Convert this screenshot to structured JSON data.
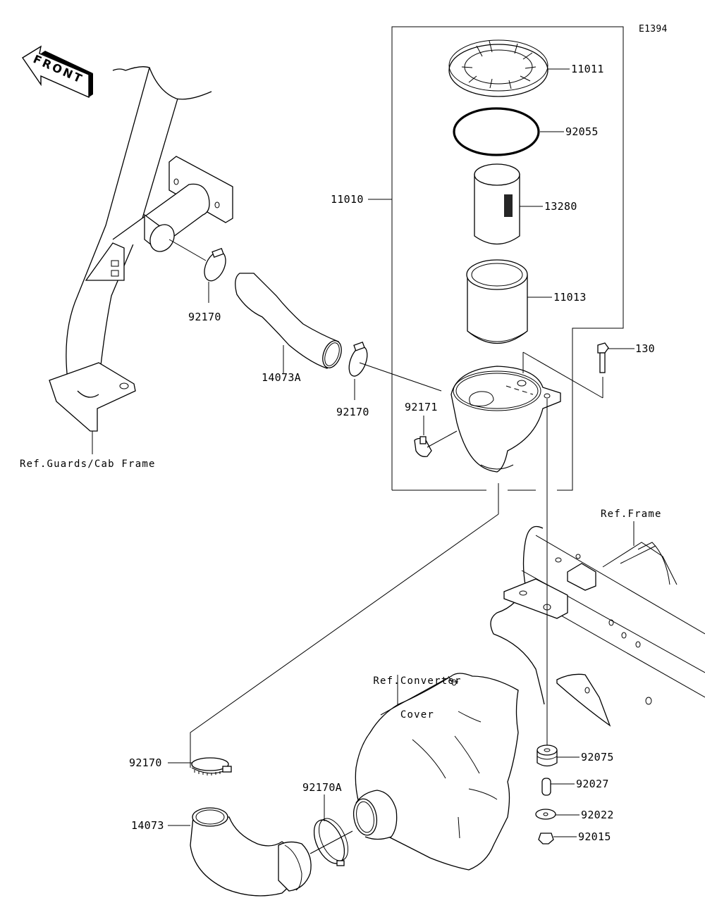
{
  "diagram": {
    "code": "E1394",
    "front_label": "FRONT",
    "references": {
      "guards_cab_frame": "Ref.Guards/Cab Frame",
      "frame": "Ref.Frame",
      "converter_cover_line1": "Ref.Converter",
      "converter_cover_line2": "Cover"
    },
    "parts": {
      "assembly_11010": "11010",
      "cap_11011": "11011",
      "oring_92055": "92055",
      "element_13280": "13280",
      "element_11013": "11013",
      "bolt_130": "130",
      "clamp_92170_upper_left": "92170",
      "duct_14073A": "14073A",
      "clamp_92170_upper_right": "92170",
      "clip_92171": "92171",
      "clamp_92170_lower": "92170",
      "duct_14073": "14073",
      "clamp_92170A": "92170A",
      "damper_92075": "92075",
      "collar_92027": "92027",
      "washer_92022": "92022",
      "nut_92015": "92015"
    }
  }
}
